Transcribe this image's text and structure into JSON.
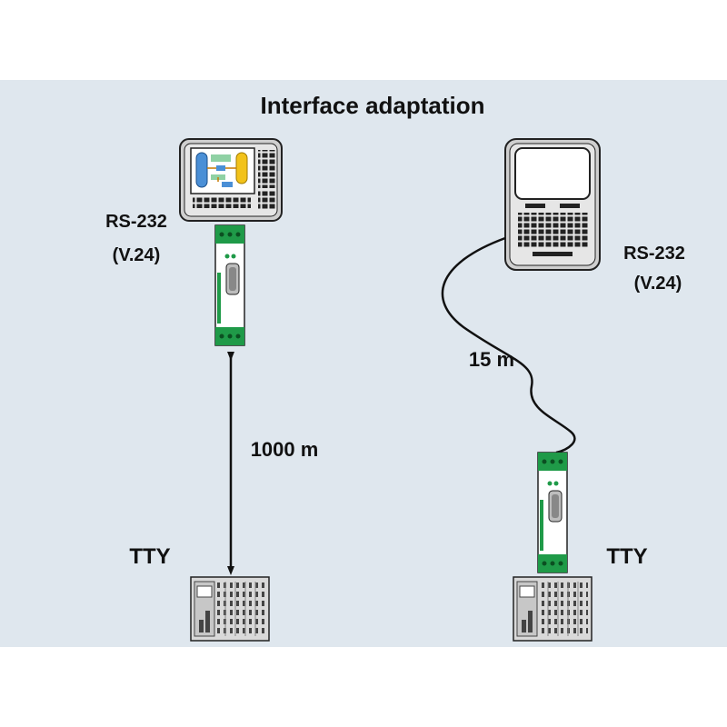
{
  "title": "Interface adaptation",
  "left": {
    "interface_label_line1": "RS-232",
    "interface_label_line2": "(V.24)",
    "distance_label": "1000 m",
    "device_label": "TTY",
    "devices": [
      "operator-panel-icon",
      "interface-converter-module-icon",
      "plc-rack-icon"
    ]
  },
  "right": {
    "interface_label_line1": "RS-232",
    "interface_label_line2": "(V.24)",
    "distance_label": "15 m",
    "device_label": "TTY",
    "devices": [
      "computer-terminal-icon",
      "interface-converter-module-icon",
      "plc-rack-icon"
    ]
  },
  "colors": {
    "panel_background": "#dfe7ee",
    "module_green": "#1f9a48",
    "device_gray": "#d9d9d9",
    "screen_blue": "#4a8fd6",
    "screen_yellow": "#f2c21a"
  }
}
